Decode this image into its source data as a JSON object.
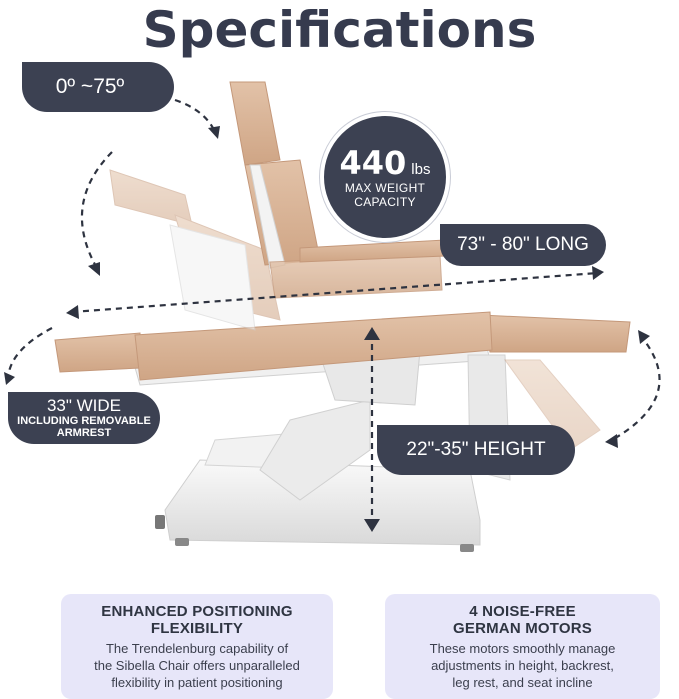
{
  "title": "Specifications",
  "callouts": {
    "angle": "0º ~75º",
    "weight_value": "440",
    "weight_unit": "lbs",
    "weight_label_1": "MAX WEIGHT",
    "weight_label_2": "CAPACITY",
    "length": "73\" - 80\" LONG",
    "width_line1": "33\" WIDE",
    "width_line2": "INCLUDING REMOVABLE",
    "width_line3": "ARMREST",
    "height": "22\"-35\" HEIGHT"
  },
  "features": [
    {
      "title_line1": "ENHANCED POSITIONING",
      "title_line2": "FLEXIBILITY",
      "body_line1": "The Trendelenburg capability of",
      "body_line2": "the Sibella Chair offers unparalleled",
      "body_line3": "flexibility in patient positioning"
    },
    {
      "title_line1": "4 NOISE-FREE",
      "title_line2": "GERMAN MOTORS",
      "body_line1": "These motors smoothly manage",
      "body_line2": "adjustments in height, backrest,",
      "body_line3": "leg rest, and seat incline"
    }
  ],
  "colors": {
    "pill": "#3c4152",
    "upholstery": "#d9b497",
    "frame": "#eeeeee",
    "card": "#e7e6f9"
  }
}
